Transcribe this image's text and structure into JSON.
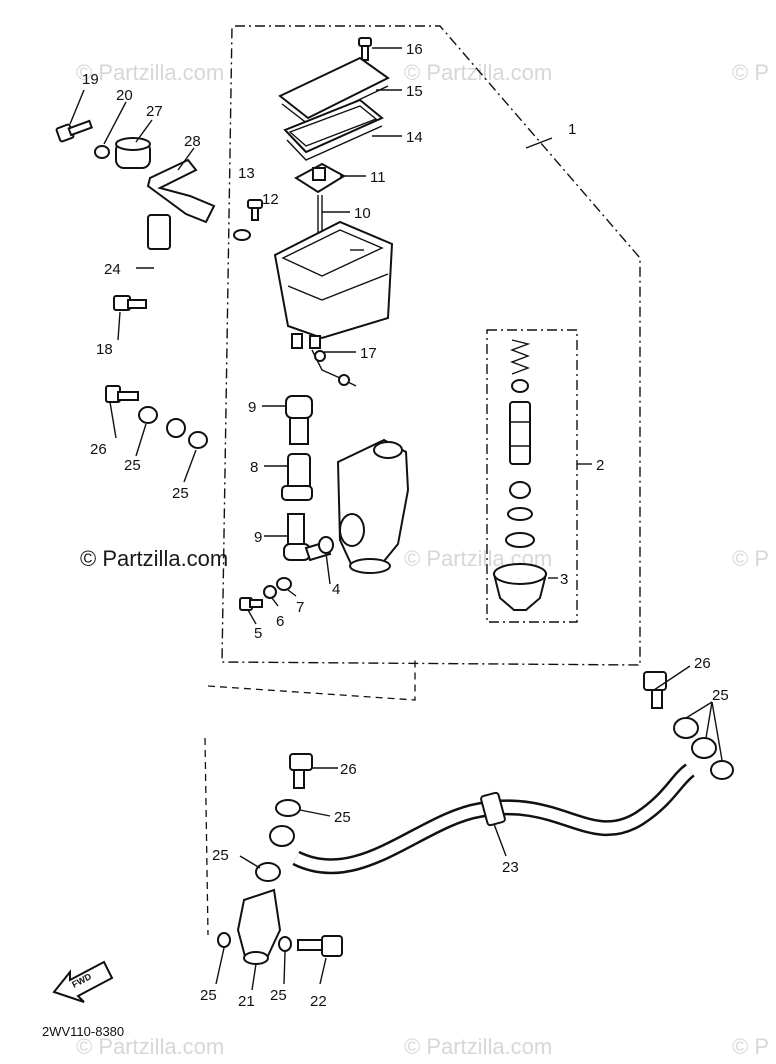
{
  "watermark": {
    "text": "© Partzilla.com",
    "strong_text": "© Partzilla.com",
    "short_text": "© P"
  },
  "diagram_code": "2WV110-8380",
  "fwd_label": "FWD",
  "callouts": {
    "p1": "1",
    "p2": "2",
    "p3": "3",
    "p4": "4",
    "p5": "5",
    "p6": "6",
    "p7": "7",
    "p8": "8",
    "p9a": "9",
    "p9b": "9",
    "p10": "10",
    "p11": "11",
    "p12": "12",
    "p13": "13",
    "p14": "14",
    "p15": "15",
    "p16": "16",
    "p17": "17",
    "p18": "18",
    "p19": "19",
    "p20": "20",
    "p21": "21",
    "p22": "22",
    "p23": "23",
    "p24": "24",
    "p25a": "25",
    "p25b": "25",
    "p25c": "25",
    "p25d": "25",
    "p25e": "25",
    "p25f": "25",
    "p25g": "25",
    "p26a": "26",
    "p26b": "26",
    "p26c": "26",
    "p27": "27",
    "p28": "28"
  },
  "colors": {
    "ink": "#111111",
    "watermark": "#d7d7d7",
    "paper": "#ffffff"
  }
}
